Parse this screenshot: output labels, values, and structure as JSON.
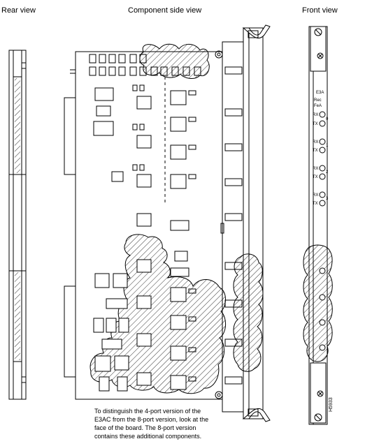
{
  "views": {
    "rear": "Rear view",
    "component": "Component side view",
    "front": "Front view"
  },
  "caption": {
    "lines": [
      "To distinguish the 4-port version of the",
      "E3AC from the 8-port version, look at the",
      "face of the board. The 8-port version",
      "contains these additional components."
    ]
  },
  "figure_id": "H5933",
  "front_panel": {
    "card_label": "E3A",
    "led_labels": [
      "Rec",
      "FeA"
    ],
    "rx_label": "RX",
    "tx_label": "TX",
    "port_numbers": [
      "0",
      "1",
      "2",
      "3"
    ]
  }
}
